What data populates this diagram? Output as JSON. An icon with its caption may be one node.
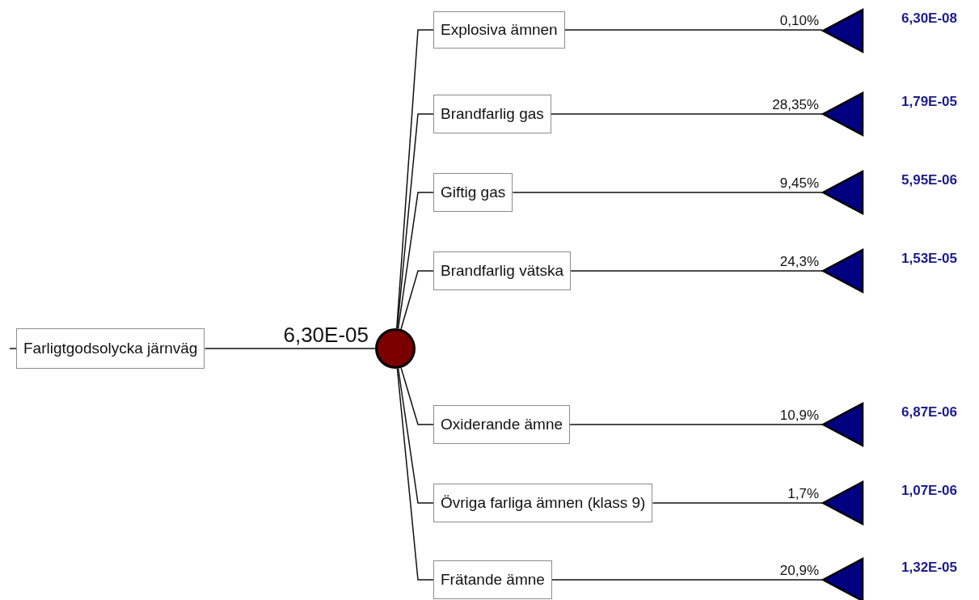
{
  "diagram": {
    "nodes": [
      {
        "text": [
          "Farligtgodsolycka järnväg"
        ]
      },
      {
        "text": [],
        "shape": "circle"
      },
      {
        "text": [
          "Explosiva ämnen"
        ]
      },
      {
        "text": [
          "Brandfarlig gas"
        ]
      },
      {
        "text": [
          "Giftig gas"
        ]
      },
      {
        "text": [
          "Brandfarlig vätska"
        ]
      },
      {
        "text": [
          "Oxiderande ämne"
        ]
      },
      {
        "text": [
          "Övriga farliga ämnen (klass 9)"
        ]
      },
      {
        "text": [
          "Frätande ämne"
        ]
      },
      {
        "text": [],
        "shape": "triangle",
        "beside": [
          "6,30E-08"
        ]
      },
      {
        "text": [],
        "shape": "triangle",
        "beside": [
          "1,79E-05"
        ]
      },
      {
        "text": [],
        "shape": "triangle",
        "beside": [
          "5,95E-06"
        ]
      },
      {
        "text": [],
        "shape": "triangle",
        "beside": [
          "1,53E-05"
        ]
      },
      {
        "text": [],
        "shape": "triangle",
        "beside": [
          "6,87E-06"
        ]
      },
      {
        "text": [],
        "shape": "triangle",
        "beside": [
          "1,07E-06"
        ]
      },
      {
        "text": [],
        "shape": "triangle",
        "beside": [
          "1,32E-05"
        ]
      }
    ],
    "edges": [
      {
        "from": null,
        "to": 0,
        "arrow": "none"
      },
      {
        "from": 0,
        "to": 1,
        "arrow": "none",
        "label": "6,30E-05"
      },
      {
        "from": 1,
        "to": 2,
        "arrow": "none"
      },
      {
        "from": 1,
        "to": 3,
        "arrow": "none"
      },
      {
        "from": 1,
        "to": 4,
        "arrow": "none"
      },
      {
        "from": 1,
        "to": 5,
        "arrow": "none"
      },
      {
        "from": 1,
        "to": 6,
        "arrow": "none"
      },
      {
        "from": 1,
        "to": 7,
        "arrow": "none"
      },
      {
        "from": 1,
        "to": 8,
        "arrow": "none"
      },
      {
        "from": 2,
        "to": 9,
        "arrow": "none",
        "label": "0,10%"
      },
      {
        "from": 3,
        "to": 10,
        "arrow": "none",
        "label": "28,35%"
      },
      {
        "from": 4,
        "to": 11,
        "arrow": "none",
        "label": "9,45%"
      },
      {
        "from": 5,
        "to": 12,
        "arrow": "none",
        "label": "24,3%"
      },
      {
        "from": 6,
        "to": 13,
        "arrow": "none",
        "label": "10,9%"
      },
      {
        "from": 7,
        "to": 14,
        "arrow": "none",
        "label": "1,7%"
      },
      {
        "from": 8,
        "to": 15,
        "arrow": "none",
        "label": "20,9%"
      }
    ]
  }
}
